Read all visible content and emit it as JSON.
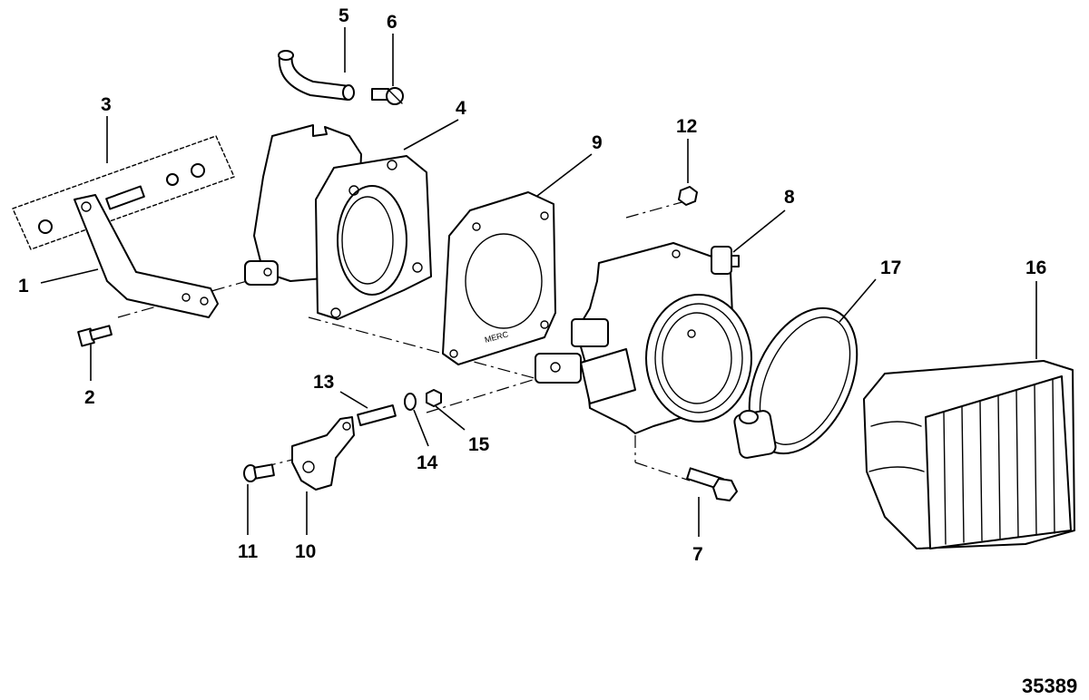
{
  "figure_number": "35389",
  "callouts": {
    "c1": "1",
    "c2": "2",
    "c3": "3",
    "c4": "4",
    "c5": "5",
    "c6": "6",
    "c7": "7",
    "c8": "8",
    "c9": "9",
    "c10": "10",
    "c11": "11",
    "c12": "12",
    "c13": "13",
    "c14": "14",
    "c15": "15",
    "c16": "16",
    "c17": "17"
  },
  "gasket_stamp": "MERC",
  "colors": {
    "line": "#000000",
    "background": "#ffffff"
  }
}
